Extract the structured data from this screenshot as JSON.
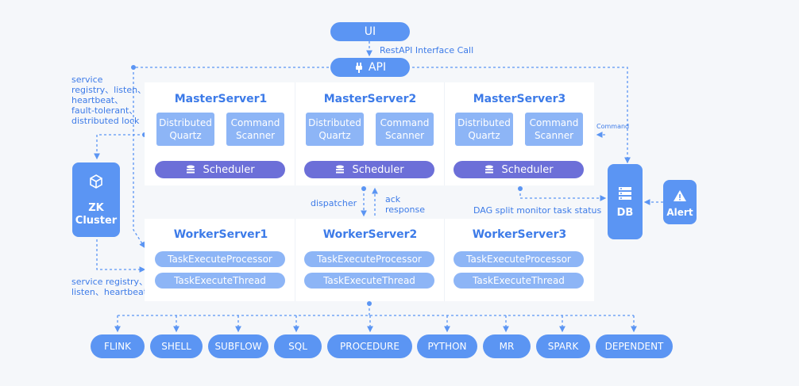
{
  "top": {
    "ui": "UI",
    "api": "API",
    "restapi_label": "RestAPI Interface Call"
  },
  "left_notes": {
    "registry_top": [
      "service",
      "registry、listen、",
      "heartbeat、",
      "fault-tolerant、",
      "distributed lock"
    ],
    "registry_bottom": [
      "service registry、",
      "listen、heartbeat"
    ]
  },
  "zk": {
    "line1": "ZK",
    "line2": "Cluster"
  },
  "masters": [
    {
      "title": "MasterServer1",
      "quartz": [
        "Distributed",
        "Quartz"
      ],
      "scanner": [
        "Command",
        "Scanner"
      ],
      "scheduler": "Scheduler"
    },
    {
      "title": "MasterServer2",
      "quartz": [
        "Distributed",
        "Quartz"
      ],
      "scanner": [
        "Command",
        "Scanner"
      ],
      "scheduler": "Scheduler"
    },
    {
      "title": "MasterServer3",
      "quartz": [
        "Distributed",
        "Quartz"
      ],
      "scanner": [
        "Command",
        "Scanner"
      ],
      "scheduler": "Scheduler"
    }
  ],
  "workers": [
    {
      "title": "WorkerServer1",
      "processor": "TaskExecuteProcessor",
      "thread": "TaskExecuteThread"
    },
    {
      "title": "WorkerServer2",
      "processor": "TaskExecuteProcessor",
      "thread": "TaskExecuteThread"
    },
    {
      "title": "WorkerServer3",
      "processor": "TaskExecuteProcessor",
      "thread": "TaskExecuteThread"
    }
  ],
  "mid_labels": {
    "dispatcher": "dispatcher",
    "ack": [
      "ack",
      "response"
    ],
    "dag": "DAG split monitor task status",
    "command": "Command"
  },
  "db": "DB",
  "alert": "Alert",
  "task_types": [
    "FLINK",
    "SHELL",
    "SUBFLOW",
    "SQL",
    "PROCEDURE",
    "PYTHON",
    "MR",
    "SPARK",
    "DEPENDENT"
  ],
  "colors": {
    "primary": "#5b95f3",
    "light": "#8db5f6",
    "scheduler": "#6c6fd8",
    "text": "#3d7be8",
    "line": "#5b95f3"
  }
}
